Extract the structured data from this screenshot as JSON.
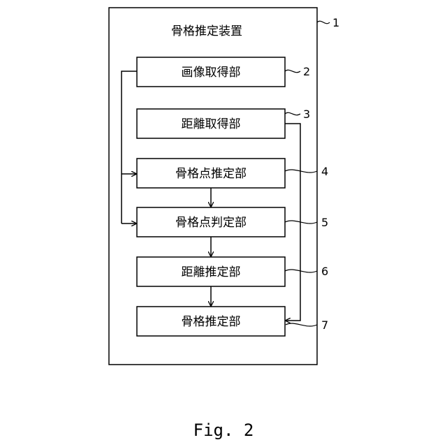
{
  "device": {
    "title": "骨格推定装置",
    "ref": "1"
  },
  "blocks": [
    {
      "label": "画像取得部",
      "ref": "2"
    },
    {
      "label": "距離取得部",
      "ref": "3"
    },
    {
      "label": "骨格点推定部",
      "ref": "4"
    },
    {
      "label": "骨格点判定部",
      "ref": "5"
    },
    {
      "label": "距離推定部",
      "ref": "6"
    },
    {
      "label": "骨格推定部",
      "ref": "7"
    }
  ],
  "caption": "Fig. 2"
}
